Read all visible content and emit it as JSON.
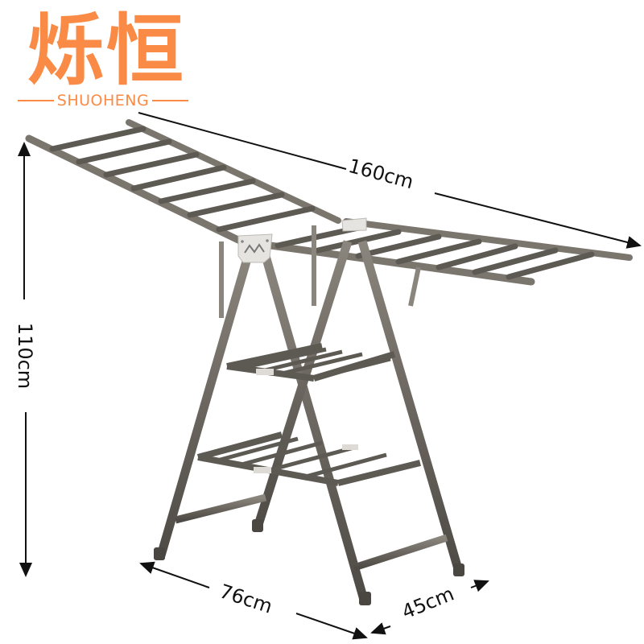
{
  "brand": {
    "name_cn": "烁恒",
    "name_en": "SHUOHENG",
    "color": "#f98b46"
  },
  "product": {
    "type": "folding clothes drying rack",
    "frame_color": "#6b665f",
    "shelves": 2,
    "wings": 2
  },
  "dimensions": {
    "width_label": "160cm",
    "height_label": "110cm",
    "depth_front_label": "76cm",
    "depth_side_label": "45cm"
  },
  "icons": {
    "hinge_logo": "m-logo-hinge-plate",
    "arrows": "double-headed-dimension-arrow"
  }
}
